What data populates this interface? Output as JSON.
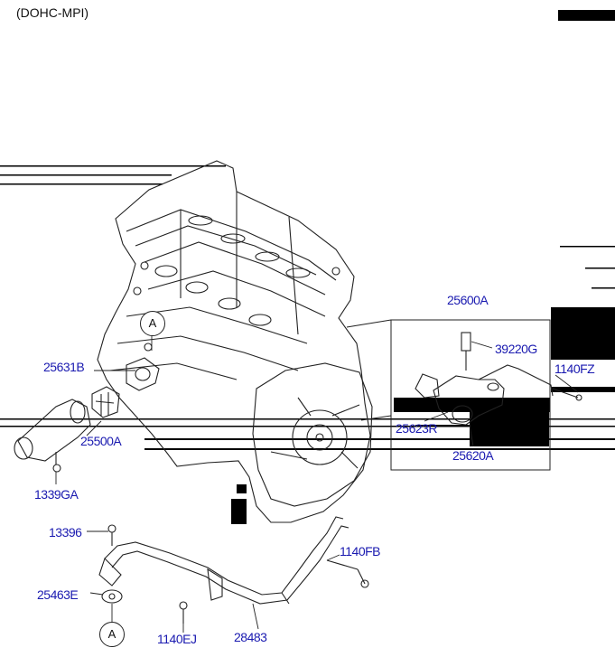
{
  "header": {
    "title": "(DOHC-MPI)"
  },
  "callouts": {
    "top": "A",
    "bottom": "A"
  },
  "parts": [
    {
      "id": "p25600A",
      "code": "25600A"
    },
    {
      "id": "p39220G",
      "code": "39220G"
    },
    {
      "id": "p1140FZ",
      "code": "1140FZ"
    },
    {
      "id": "p25631B",
      "code": "25631B"
    },
    {
      "id": "p25623R",
      "code": "25623R"
    },
    {
      "id": "p25500A",
      "code": "25500A"
    },
    {
      "id": "p25620A",
      "code": "25620A"
    },
    {
      "id": "p1339GA",
      "code": "1339GA"
    },
    {
      "id": "p13396",
      "code": "13396"
    },
    {
      "id": "p1140FB",
      "code": "1140FB"
    },
    {
      "id": "p25463E",
      "code": "25463E"
    },
    {
      "id": "p1140EJ",
      "code": "1140EJ"
    },
    {
      "id": "p28483",
      "code": "28483"
    }
  ],
  "colors": {
    "label": "#1a1ab0",
    "line": "#222222",
    "scan_bar": "#000000"
  }
}
